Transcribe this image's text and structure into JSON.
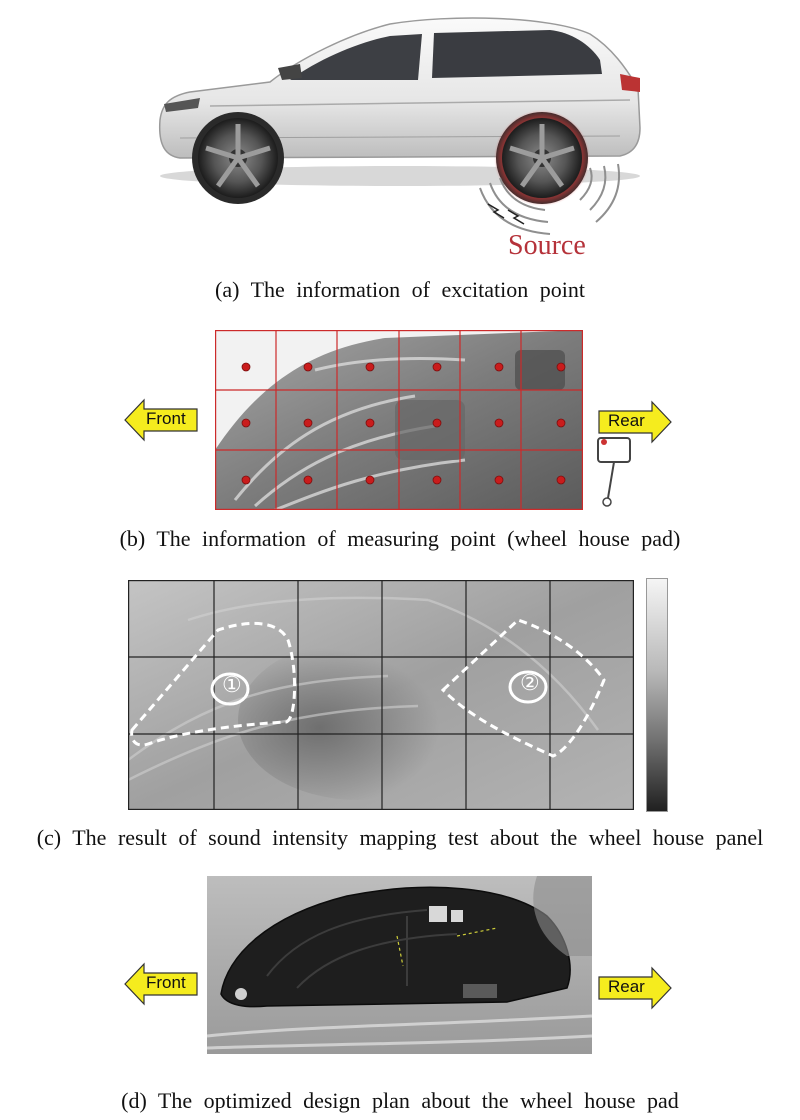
{
  "panel_a": {
    "source_label": "Source",
    "caption": "(a) The information of excitation point"
  },
  "panel_b": {
    "front_label": "Front",
    "rear_label": "Rear",
    "caption": "(b) The information of measuring point (wheel house pad)"
  },
  "panel_c": {
    "region_1": "①",
    "region_2": "②",
    "caption": "(c) The result of sound intensity mapping test about the wheel house panel"
  },
  "panel_d": {
    "front_label": "Front",
    "rear_label": "Rear",
    "caption": "(d) The optimized design plan about the wheel house pad"
  },
  "colors": {
    "grid_red": "#cc2a2a",
    "dot_red": "#c91c1c",
    "arrow_yellow": "#f5ec1e",
    "source_red": "#b5323a"
  }
}
